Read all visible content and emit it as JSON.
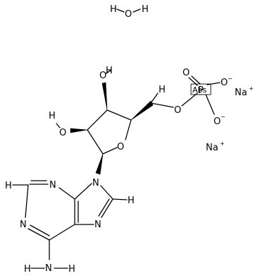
{
  "molecule": {
    "water": {
      "h_left": "H",
      "o": "O",
      "h_right": "H"
    },
    "ribose": {
      "ring_o": "O",
      "oh_top_o": "O",
      "oh_top_h": "H",
      "oh_left_o": "O",
      "oh_left_h": "H",
      "c5_h": "H",
      "ester_o": "O"
    },
    "phosphate": {
      "p": "P",
      "o_top": "O",
      "o_top_minus": "−",
      "o_right": "O",
      "o_right_minus": "−",
      "o_double": "O",
      "overlay": "Abs"
    },
    "sodium": {
      "na1": "Na",
      "na1_charge": "+",
      "na2": "Na",
      "na2_charge": "+"
    },
    "adenine": {
      "n9": "N",
      "n3": "N",
      "n1": "N",
      "n7": "N",
      "c2_h": "H",
      "c8_h": "H",
      "nh2_n": "N",
      "nh2_h1": "H",
      "nh2_h2": "H"
    }
  }
}
